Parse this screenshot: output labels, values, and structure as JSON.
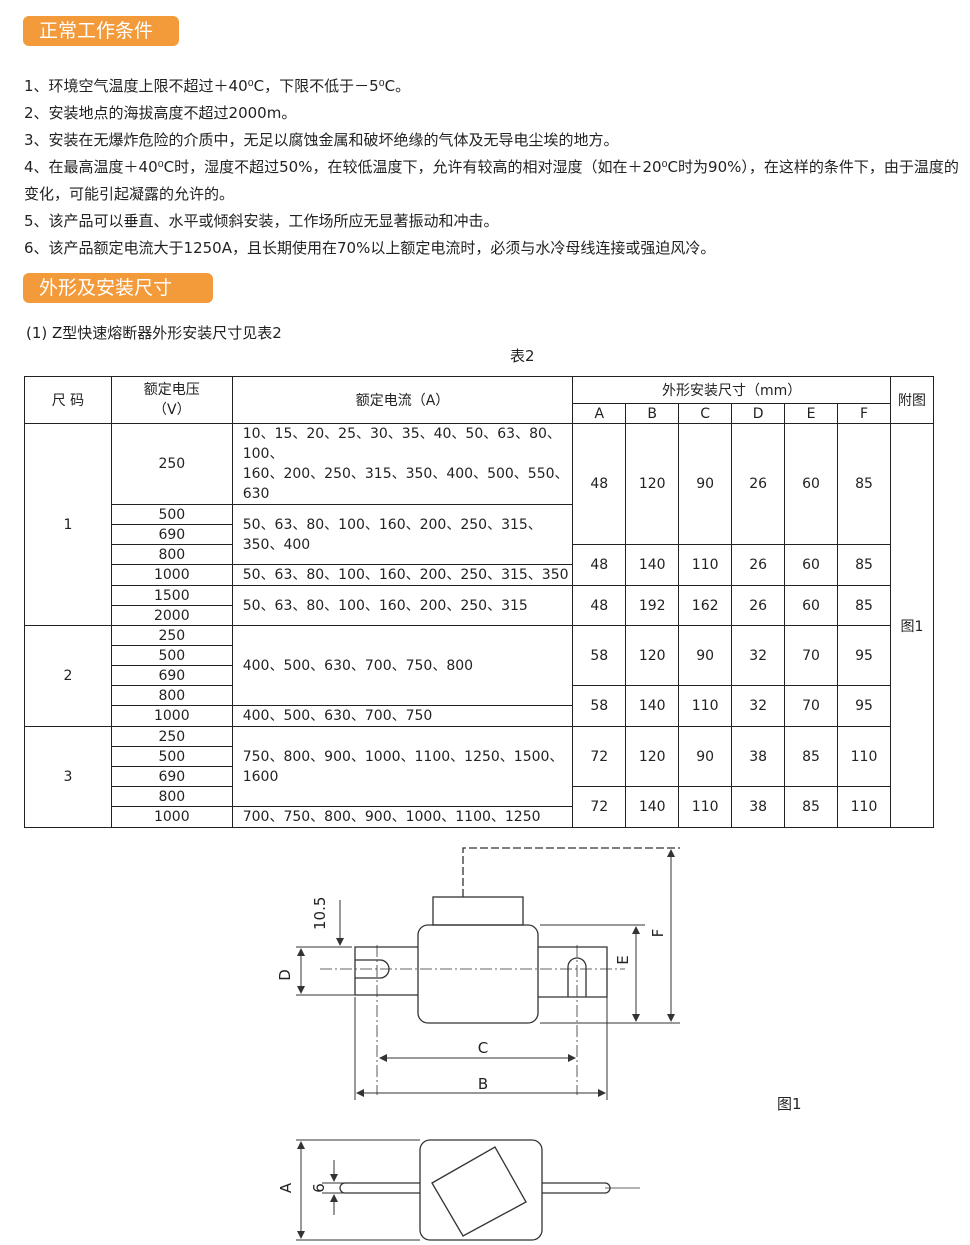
{
  "section1": {
    "title": "正常工作条件",
    "items": [
      "1、环境空气温度上限不超过＋40⁰C，下限不低于－5⁰C。",
      "2、安装地点的海拔高度不超过2000m。",
      "3、安装在无爆炸危险的介质中，无足以腐蚀金属和破坏绝缘的气体及无导电尘埃的地方。",
      "4、在最高温度＋40⁰C时，湿度不超过50%，在较低温度下，允许有较高的相对湿度（如在＋20⁰C时为90%），在这样的条件下，由于温度的变化，可能引起凝露的允许的。",
      "5、该产品可以垂直、水平或倾斜安装，工作场所应无显著振动和冲击。",
      "6、该产品额定电流大于1250A，且长期使用在70%以上额定电流时，必须与水冷母线连接或强迫风冷。"
    ]
  },
  "section2": {
    "title": "外形及安装尺寸",
    "note": "(1) Z型快速熔断器外形安装尺寸见表2",
    "table_caption": "表2"
  },
  "table": {
    "headers": {
      "size": "尺 码",
      "voltage": "额定电压\n（V）",
      "current": "额定电流（A）",
      "dims": "外形安装尺寸（mm）",
      "figure": "附图",
      "cols": [
        "A",
        "B",
        "C",
        "D",
        "E",
        "F"
      ]
    },
    "sizes": [
      "1",
      "2",
      "3"
    ],
    "voltages": [
      "250",
      "500",
      "690",
      "800",
      "1000",
      "1500",
      "2000",
      "250",
      "500",
      "690",
      "800",
      "1000",
      "250",
      "500",
      "690",
      "800",
      "1000"
    ],
    "currents": [
      "10、15、20、25、30、35、40、50、63、80、100、\n160、200、250、315、350、400、500、550、630",
      "50、63、80、100、160、200、250、315、350、400",
      "50、63、80、100、160、200、250、315、350",
      "50、63、80、100、160、200、250、315",
      "400、500、630、700、750、800",
      "400、500、630、700、750",
      "750、800、900、1000、1100、1250、1500、1600",
      "700、750、800、900、1000、1100、1250"
    ],
    "dims": [
      [
        "48",
        "120",
        "90",
        "26",
        "60",
        "85"
      ],
      [
        "48",
        "140",
        "110",
        "26",
        "60",
        "85"
      ],
      [
        "48",
        "192",
        "162",
        "26",
        "60",
        "85"
      ],
      [
        "58",
        "120",
        "90",
        "32",
        "70",
        "95"
      ],
      [
        "58",
        "140",
        "110",
        "32",
        "70",
        "95"
      ],
      [
        "72",
        "120",
        "90",
        "38",
        "85",
        "110"
      ],
      [
        "72",
        "140",
        "110",
        "38",
        "85",
        "110"
      ]
    ],
    "figure_ref": "图1"
  },
  "figure": {
    "label": "图1",
    "dims": {
      "d105": "10.5",
      "D": "D",
      "C": "C",
      "B": "B",
      "E": "E",
      "F": "F",
      "A": "A",
      "six": "6"
    }
  }
}
